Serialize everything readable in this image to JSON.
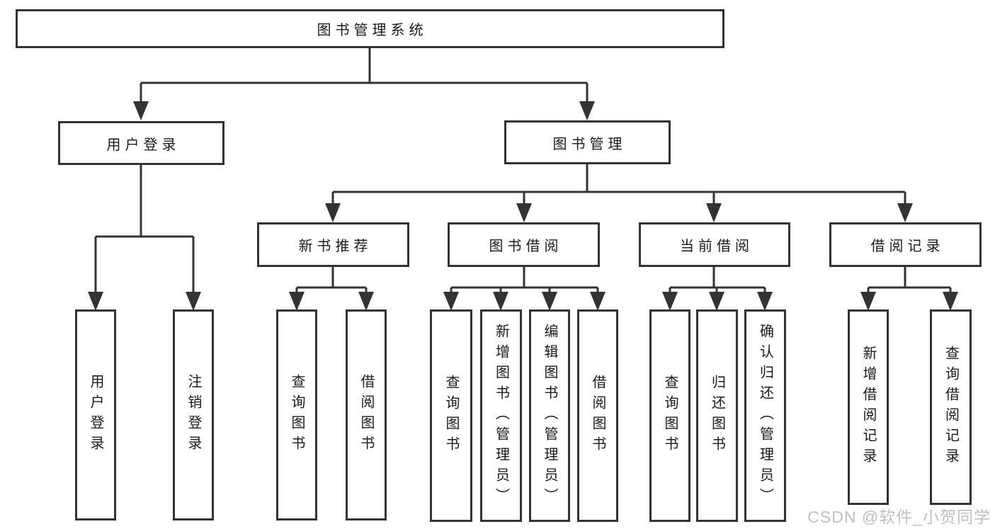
{
  "diagram": {
    "root": {
      "label": "图书管理系统"
    },
    "level2": [
      {
        "label": "用户登录",
        "children": [
          {
            "label": "用户登录"
          },
          {
            "label": "注销登录"
          }
        ]
      },
      {
        "label": "图书管理",
        "children": [
          {
            "label": "新书推荐",
            "children": [
              {
                "label": "查询图书"
              },
              {
                "label": "借阅图书"
              }
            ]
          },
          {
            "label": "图书借阅",
            "children": [
              {
                "label": "查询图书"
              },
              {
                "label": "新增图书（管理员）"
              },
              {
                "label": "编辑图书（管理员）"
              },
              {
                "label": "借阅图书"
              }
            ]
          },
          {
            "label": "当前借阅",
            "children": [
              {
                "label": "查询图书"
              },
              {
                "label": "归还图书"
              },
              {
                "label": "确认归还（管理员）"
              }
            ]
          },
          {
            "label": "借阅记录",
            "children": [
              {
                "label": "新增借阅记录"
              },
              {
                "label": "查询借阅记录"
              }
            ]
          }
        ]
      }
    ]
  },
  "watermark": {
    "text": "CSDN @软件_小贺同学"
  },
  "colors": {
    "line": "#333333",
    "border": "#333333",
    "text": "#1a1a1a",
    "background": "#ffffff",
    "watermark": "#bfbfbf"
  }
}
